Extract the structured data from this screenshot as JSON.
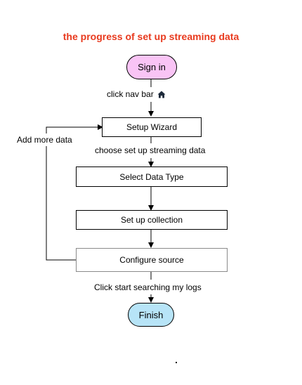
{
  "title": "the progress of set up streaming data",
  "nodes": {
    "sign_in": "Sign in",
    "setup_wizard": "Setup Wizard",
    "select_data_type": "Select Data Type",
    "set_up_collection": "Set up collection",
    "configure_source": "Configure source",
    "finish": "Finish"
  },
  "edge_labels": {
    "click_nav_bar": "click nav bar",
    "choose_streaming": "choose set up streaming data",
    "click_start": "Click start searching my logs",
    "add_more_data": "Add more data"
  },
  "icons": {
    "nav": "home-icon"
  },
  "colors": {
    "title": "#e8391d",
    "sign_in_fill": "#f9c4f5",
    "finish_fill": "#b7e4f7",
    "stroke": "#000000",
    "muted_stroke": "#8a8a8a"
  }
}
